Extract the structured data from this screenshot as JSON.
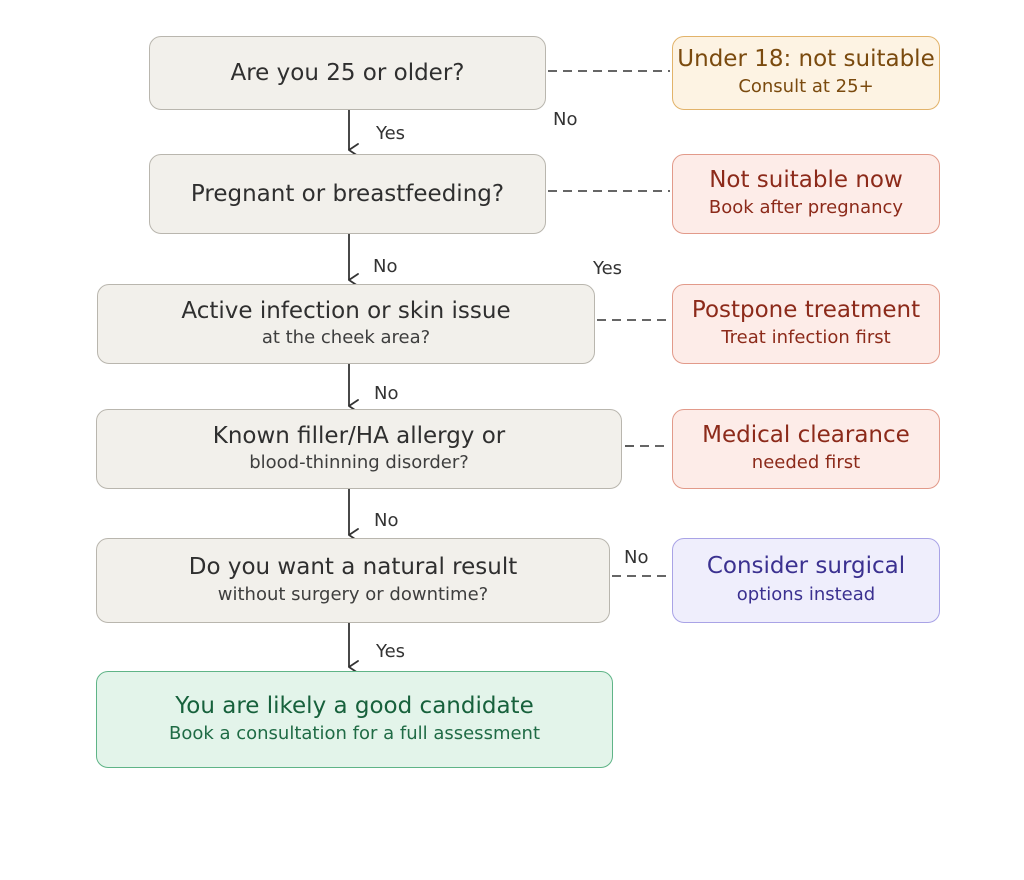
{
  "colors": {
    "question_fill": "#f2f0eb",
    "question_border": "#b9b6ae",
    "line": "#333333",
    "warn_fill": "#fdf3e3",
    "warn_border": "#e2b36a",
    "warn_text": "#7a4a0e",
    "stop_fill": "#fdece8",
    "stop_border": "#e29a8a",
    "stop_text": "#8c2a1a",
    "alt_fill": "#efeefc",
    "alt_border": "#a9a3e6",
    "alt_text": "#3b3190",
    "good_fill": "#e3f4ea",
    "good_border": "#5fb487",
    "good_text": "#17613c"
  },
  "questions": [
    {
      "title": "Are you 25 or older?",
      "subtitle": ""
    },
    {
      "title": "Pregnant or breastfeeding?",
      "subtitle": ""
    },
    {
      "title": "Active infection or skin issue",
      "subtitle": "at the cheek area?"
    },
    {
      "title": "Known filler/HA allergy or",
      "subtitle": "blood-thinning disorder?"
    },
    {
      "title": "Do you want a natural result",
      "subtitle": "without surgery or downtime?"
    }
  ],
  "outcomes": [
    {
      "title": "Under 18: not suitable",
      "subtitle": "Consult at 25+",
      "style": "warn"
    },
    {
      "title": "Not suitable now",
      "subtitle": "Book after pregnancy",
      "style": "stop"
    },
    {
      "title": "Postpone treatment",
      "subtitle": "Treat infection first",
      "style": "stop"
    },
    {
      "title": "Medical clearance",
      "subtitle": "needed first",
      "style": "stop"
    },
    {
      "title": "Consider surgical",
      "subtitle": "options instead",
      "style": "alt"
    }
  ],
  "final": {
    "title": "You are likely a good candidate",
    "subtitle": "Book a consultation for a full assessment"
  },
  "flow_labels": {
    "down": [
      "Yes",
      "No",
      "No",
      "No",
      "Yes"
    ],
    "side": [
      "No",
      "Yes",
      "No"
    ]
  }
}
